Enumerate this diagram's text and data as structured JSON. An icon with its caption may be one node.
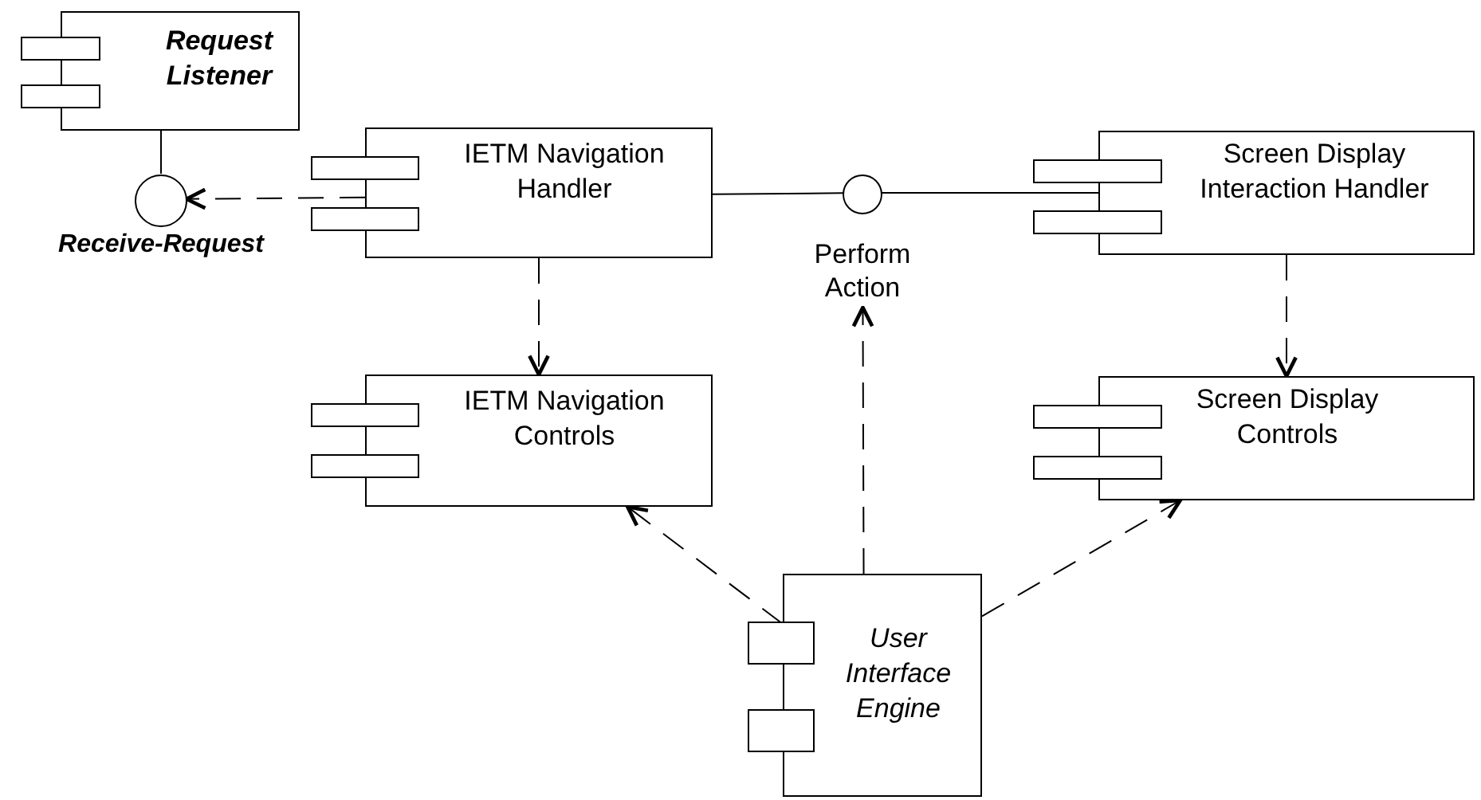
{
  "diagram": {
    "nodes": [
      {
        "text": [
          "Request Listener"
        ]
      },
      {
        "text": [
          "Receive-Request"
        ]
      },
      {
        "text": [
          "IETM Navigation Handler"
        ]
      },
      {
        "text": [
          "Perform Action"
        ]
      },
      {
        "text": [
          "Screen Display Interaction Handler"
        ]
      },
      {
        "text": [
          "IETM Navigation Controls"
        ]
      },
      {
        "text": [
          "Screen Display Controls"
        ]
      },
      {
        "text": [
          "User Interface Engine"
        ]
      }
    ],
    "edges": [
      {
        "from": 0,
        "to": 1,
        "arrow": "none"
      },
      {
        "from": 2,
        "to": 1,
        "arrow": "to",
        "style": "dashed"
      },
      {
        "from": 2,
        "to": 3,
        "arrow": "none"
      },
      {
        "from": 4,
        "to": 3,
        "arrow": "none"
      },
      {
        "from": 2,
        "to": 5,
        "arrow": "to",
        "style": "dashed"
      },
      {
        "from": 4,
        "to": 6,
        "arrow": "to",
        "style": "dashed"
      },
      {
        "from": 7,
        "to": 3,
        "arrow": "to",
        "style": "dashed"
      },
      {
        "from": 7,
        "to": 5,
        "arrow": "to",
        "style": "dashed"
      },
      {
        "from": 7,
        "to": 6,
        "arrow": "to",
        "style": "dashed"
      }
    ]
  }
}
